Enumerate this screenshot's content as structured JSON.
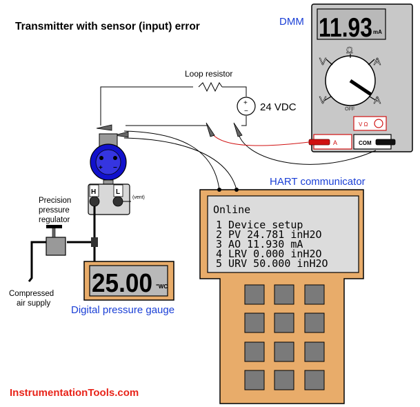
{
  "title": "Transmitter with sensor (input) error",
  "dmm": {
    "label": "DMM",
    "display": "11.93",
    "unit": "mA",
    "dial_labels": {
      "v_ac": "V",
      "v_dc": "V",
      "ohm": "Ω",
      "a_ac": "A",
      "a_dc": "A",
      "off": "OFF"
    },
    "jack_volt_ohm": "V Ω",
    "jack_amp": "A",
    "jack_com": "COM"
  },
  "loop_resistor_label": "Loop resistor",
  "supply_label": "24 VDC",
  "transmitter": {
    "port_h": "H",
    "port_l": "L",
    "vent_label": "(vent)"
  },
  "regulator_label_lines": [
    "Precision",
    "pressure",
    "regulator"
  ],
  "air_supply_label_lines": [
    "Compressed",
    "air supply"
  ],
  "gauge": {
    "display": "25.00",
    "unit": "\"WC",
    "label": "Digital pressure gauge"
  },
  "hart": {
    "label": "HART communicator",
    "screen_lines": [
      "Online",
      "1 Device setup",
      "2 PV     24.781 inH2O",
      "3 AO      11.930 mA",
      "4 LRV    0.000 inH2O",
      "5 URV   50.000 inH2O"
    ]
  },
  "footer": "InstrumentationTools.com",
  "colors": {
    "accent_blue": "#1a3fd6",
    "footer_red": "#e8241a",
    "dmm_body": "#c8c8c8",
    "lcd": "#b9b9b9",
    "hart_body": "#e8ac6a",
    "hart_screen": "#dcdcdc",
    "key": "#7a7a7a",
    "transmitter_blue": "#1111cc"
  }
}
